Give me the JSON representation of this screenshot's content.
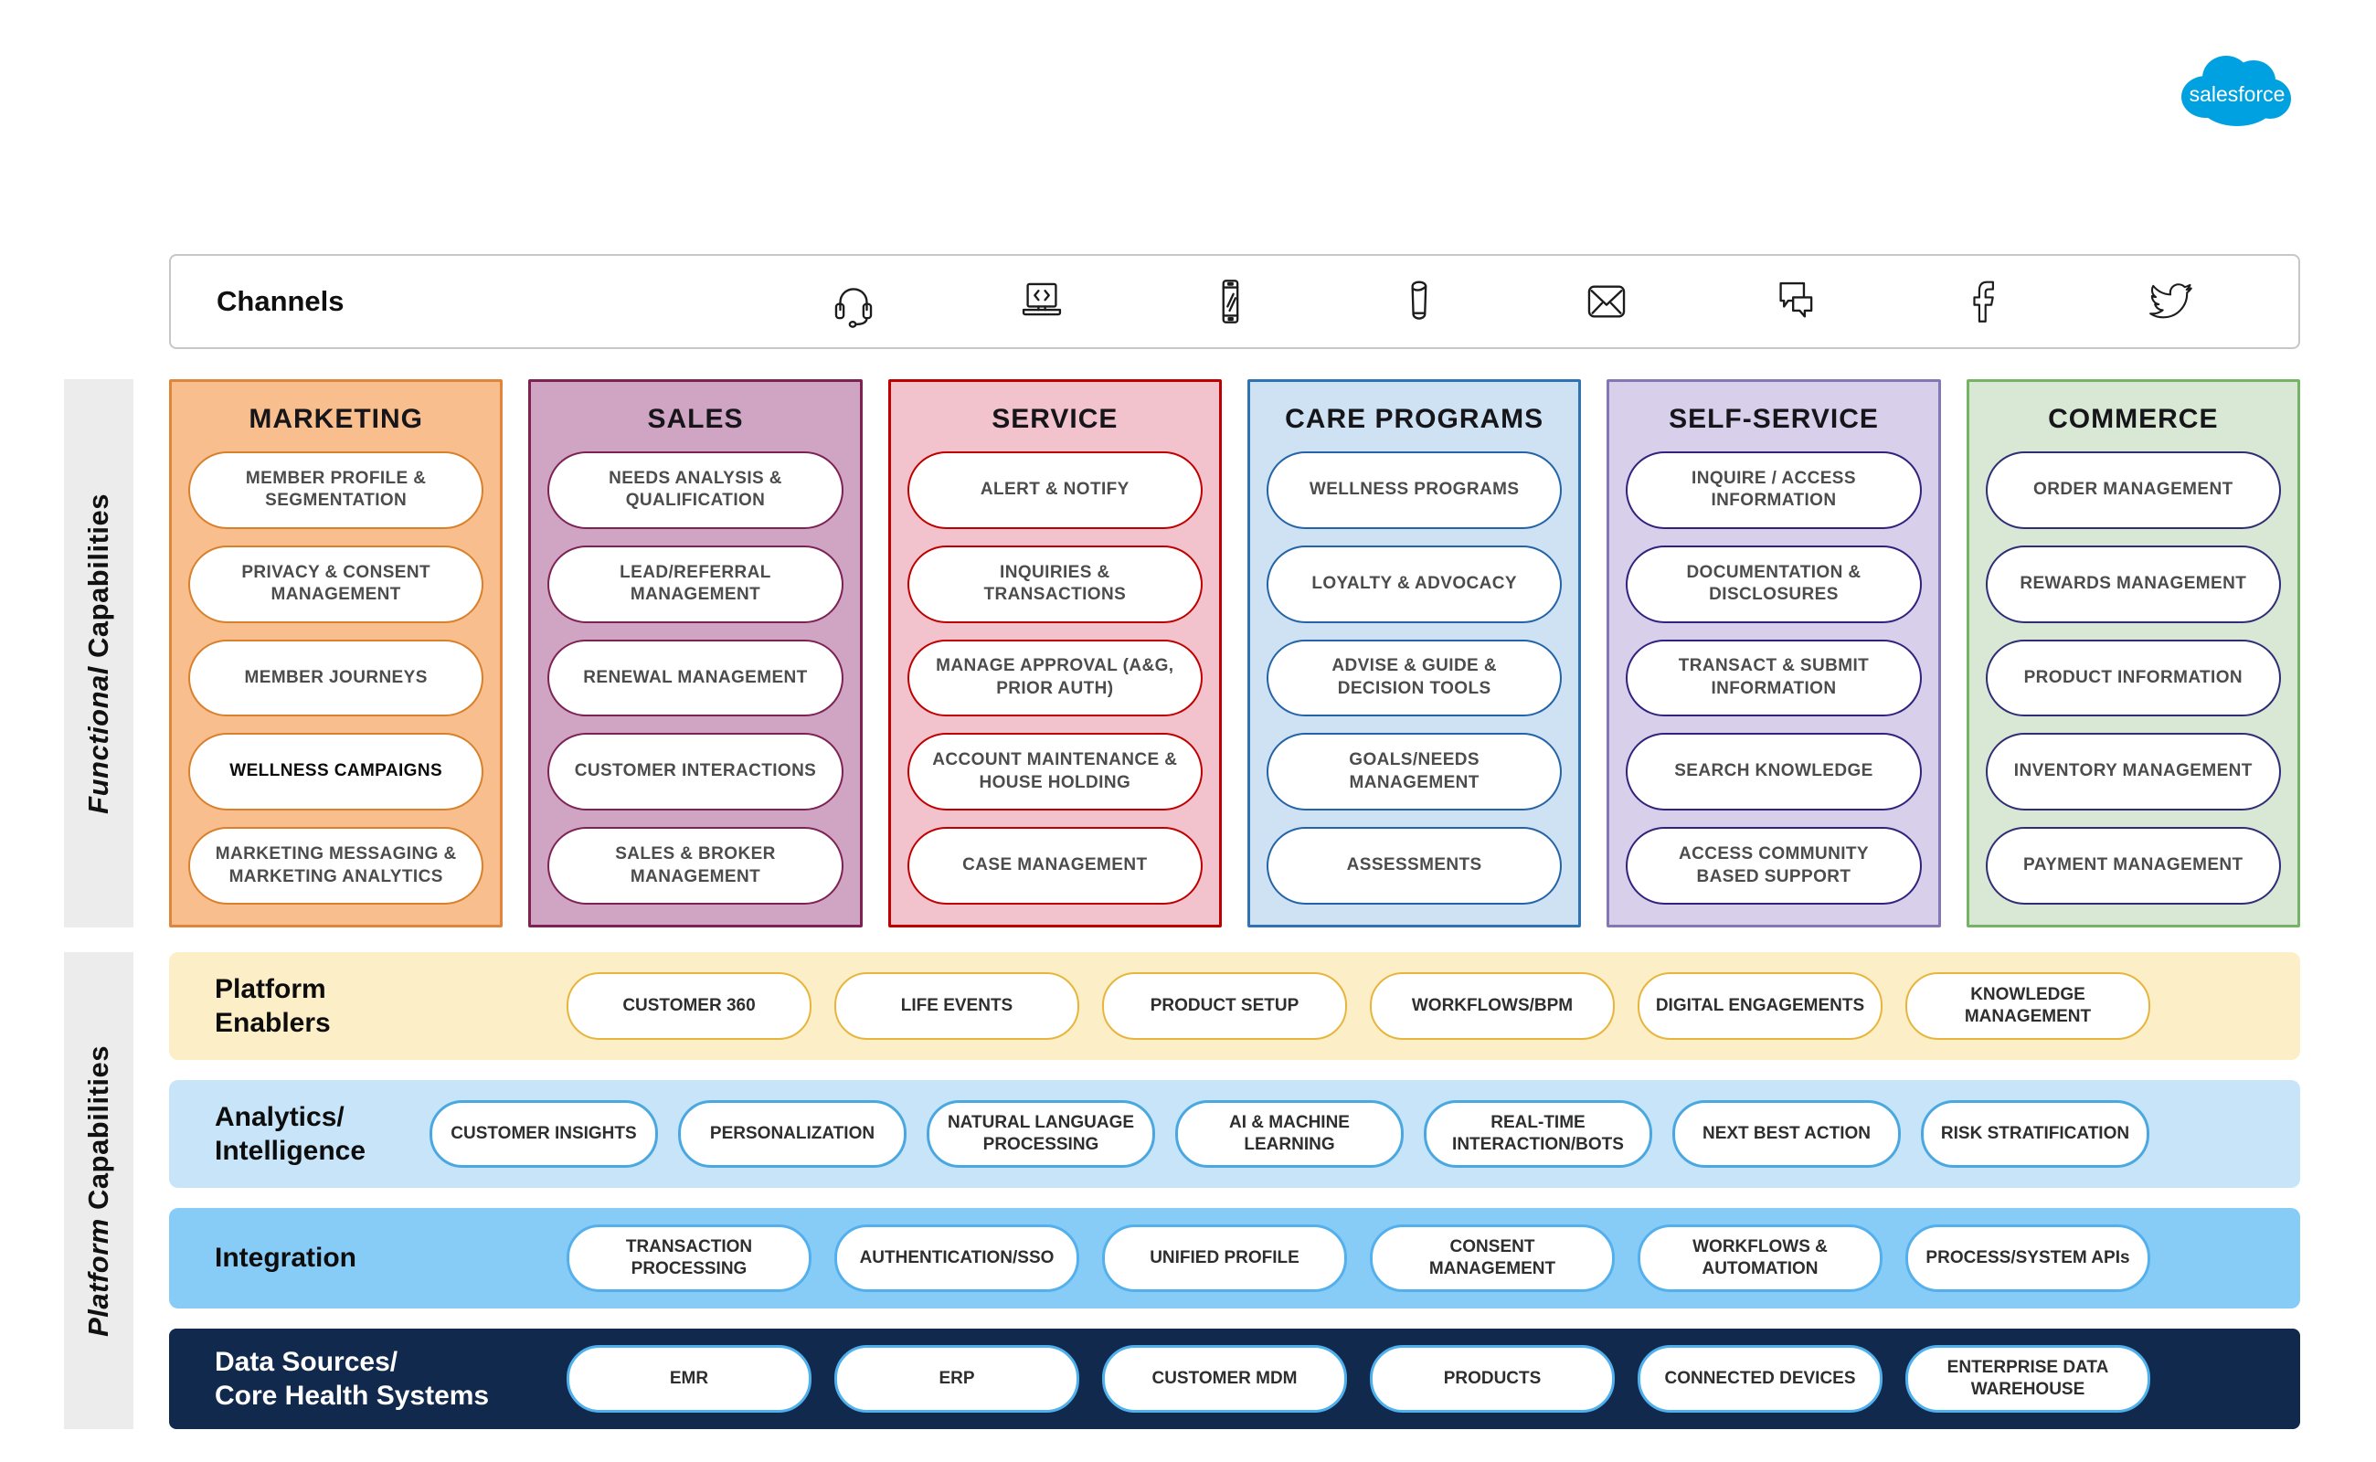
{
  "logo": {
    "brand": "salesforce",
    "color": "#00a1e0"
  },
  "channels": {
    "label": "Channels",
    "icons": [
      "headset-icon",
      "laptop-code-icon",
      "mobile-icon",
      "smart-speaker-icon",
      "email-icon",
      "chat-icon",
      "facebook-icon",
      "twitter-icon"
    ]
  },
  "side_labels": {
    "functional": {
      "word_italic": "Functional",
      "word_rest": "Capabilities"
    },
    "platform": {
      "word_italic": "Platform",
      "word_rest": "Capabilities"
    }
  },
  "functional_columns": [
    {
      "title": "MARKETING",
      "colors": {
        "bg": "#f9be8d",
        "border": "#e0863b",
        "pill_border": "#d8802b"
      },
      "items": [
        {
          "label": "MEMBER PROFILE & SEGMENTATION"
        },
        {
          "label": "PRIVACY & CONSENT MANAGEMENT"
        },
        {
          "label": "MEMBER JOURNEYS"
        },
        {
          "label": "WELLNESS CAMPAIGNS",
          "strong": true
        },
        {
          "label": "MARKETING MESSAGING & MARKETING ANALYTICS"
        }
      ]
    },
    {
      "title": "SALES",
      "colors": {
        "bg": "#cfa5c3",
        "border": "#7e2254",
        "pill_border": "#7e2254"
      },
      "items": [
        {
          "label": "NEEDS ANALYSIS & QUALIFICATION"
        },
        {
          "label": "LEAD/REFERRAL MANAGEMENT"
        },
        {
          "label": "RENEWAL MANAGEMENT"
        },
        {
          "label": "CUSTOMER INTERACTIONS"
        },
        {
          "label": "SALES & BROKER MANAGEMENT"
        }
      ]
    },
    {
      "title": "SERVICE",
      "colors": {
        "bg": "#f2c3cc",
        "border": "#c00000",
        "pill_border": "#c00000"
      },
      "items": [
        {
          "label": "ALERT & NOTIFY"
        },
        {
          "label": "INQUIRIES & TRANSACTIONS"
        },
        {
          "label": "MANAGE APPROVAL (A&G, PRIOR AUTH)"
        },
        {
          "label": "ACCOUNT MAINTENANCE & HOUSE HOLDING"
        },
        {
          "label": "CASE MANAGEMENT"
        }
      ]
    },
    {
      "title": "CARE PROGRAMS",
      "colors": {
        "bg": "#cfe2f3",
        "border": "#2e74b5",
        "pill_border": "#2363a8"
      },
      "items": [
        {
          "label": "WELLNESS PROGRAMS"
        },
        {
          "label": "LOYALTY & ADVOCACY"
        },
        {
          "label": "ADVISE & GUIDE & DECISION TOOLS"
        },
        {
          "label": "GOALS/NEEDS MANAGEMENT"
        },
        {
          "label": "ASSESSMENTS"
        }
      ]
    },
    {
      "title": "SELF-SERVICE",
      "colors": {
        "bg": "#d8d0ea",
        "border": "#8577b5",
        "pill_border": "#33217e"
      },
      "items": [
        {
          "label": "INQUIRE / ACCESS INFORMATION"
        },
        {
          "label": "DOCUMENTATION & DISCLOSURES"
        },
        {
          "label": "TRANSACT & SUBMIT INFORMATION"
        },
        {
          "label": "SEARCH KNOWLEDGE"
        },
        {
          "label": "ACCESS COMMUNITY BASED SUPPORT"
        }
      ]
    },
    {
      "title": "COMMERCE",
      "colors": {
        "bg": "#d8e8d4",
        "border": "#76b465",
        "pill_border": "#2e2d75"
      },
      "items": [
        {
          "label": "ORDER MANAGEMENT"
        },
        {
          "label": "REWARDS MANAGEMENT"
        },
        {
          "label": "PRODUCT INFORMATION"
        },
        {
          "label": "INVENTORY MANAGEMENT"
        },
        {
          "label": "PAYMENT MANAGEMENT"
        }
      ]
    }
  ],
  "platform_rows": [
    {
      "id": "platform-enablers",
      "title_lines": [
        "Platform",
        "Enablers"
      ],
      "colors": {
        "bg": "#fcefc7",
        "pill_border": "#e7b53c"
      },
      "items": [
        "CUSTOMER 360",
        "LIFE EVENTS",
        "PRODUCT SETUP",
        "WORKFLOWS/BPM",
        "DIGITAL ENGAGEMENTS",
        "KNOWLEDGE MANAGEMENT"
      ]
    },
    {
      "id": "analytics-intelligence",
      "title_lines": [
        "Analytics/",
        "Intelligence"
      ],
      "colors": {
        "bg": "#c7e4f9",
        "pill_border": "#4aa8e0"
      },
      "items": [
        "CUSTOMER INSIGHTS",
        "PERSONALIZATION",
        "NATURAL LANGUAGE PROCESSING",
        "AI & MACHINE LEARNING",
        "REAL-TIME INTERACTION/BOTS",
        "NEXT BEST ACTION",
        "RISK STRATIFICATION"
      ]
    },
    {
      "id": "integration",
      "title_lines": [
        "Integration"
      ],
      "colors": {
        "bg": "#87ccf6",
        "pill_border": "#54b0ec"
      },
      "items": [
        "TRANSACTION PROCESSING",
        "AUTHENTICATION/SSO",
        "UNIFIED PROFILE",
        "CONSENT MANAGEMENT",
        "WORKFLOWS & AUTOMATION",
        "PROCESS/SYSTEM APIs"
      ]
    },
    {
      "id": "data-sources",
      "title_lines": [
        "Data Sources/",
        "Core Health Systems"
      ],
      "colors": {
        "bg": "#12294e",
        "pill_border": "#4fb0ee"
      },
      "items": [
        "EMR",
        "ERP",
        "CUSTOMER MDM",
        "PRODUCTS",
        "CONNECTED DEVICES",
        "ENTERPRISE DATA WAREHOUSE"
      ]
    }
  ]
}
